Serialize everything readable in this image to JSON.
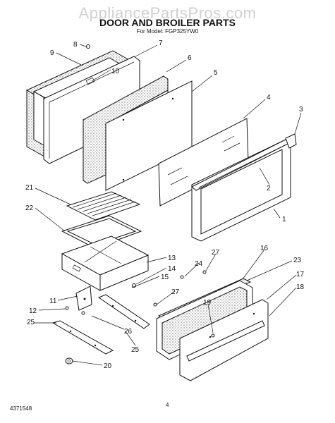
{
  "header": {
    "watermark": "AppliancePartsPros.com",
    "title": "DOOR AND BROILER PARTS",
    "subtitle": "For Model: FGP325YW0"
  },
  "footer": {
    "doc_number": "4371548",
    "page_number": "4"
  },
  "callouts": [
    {
      "id": "c1",
      "label": "1"
    },
    {
      "id": "c2",
      "label": "2"
    },
    {
      "id": "c3",
      "label": "3"
    },
    {
      "id": "c4",
      "label": "4"
    },
    {
      "id": "c5",
      "label": "5"
    },
    {
      "id": "c6",
      "label": "6"
    },
    {
      "id": "c7",
      "label": "7"
    },
    {
      "id": "c8",
      "label": "8"
    },
    {
      "id": "c9",
      "label": "9"
    },
    {
      "id": "c10",
      "label": "10"
    },
    {
      "id": "c11",
      "label": "11"
    },
    {
      "id": "c12",
      "label": "12"
    },
    {
      "id": "c13",
      "label": "13"
    },
    {
      "id": "c14",
      "label": "14"
    },
    {
      "id": "c15",
      "label": "15"
    },
    {
      "id": "c16",
      "label": "16"
    },
    {
      "id": "c17",
      "label": "17"
    },
    {
      "id": "c18",
      "label": "18"
    },
    {
      "id": "c19",
      "label": "19"
    },
    {
      "id": "c20",
      "label": "20"
    },
    {
      "id": "c21",
      "label": "21"
    },
    {
      "id": "c22",
      "label": "22"
    },
    {
      "id": "c23",
      "label": "23"
    },
    {
      "id": "c24",
      "label": "24"
    },
    {
      "id": "c25a",
      "label": "25"
    },
    {
      "id": "c25b",
      "label": "25"
    },
    {
      "id": "c26",
      "label": "26"
    },
    {
      "id": "c27a",
      "label": "27"
    },
    {
      "id": "c27b",
      "label": "27"
    }
  ]
}
